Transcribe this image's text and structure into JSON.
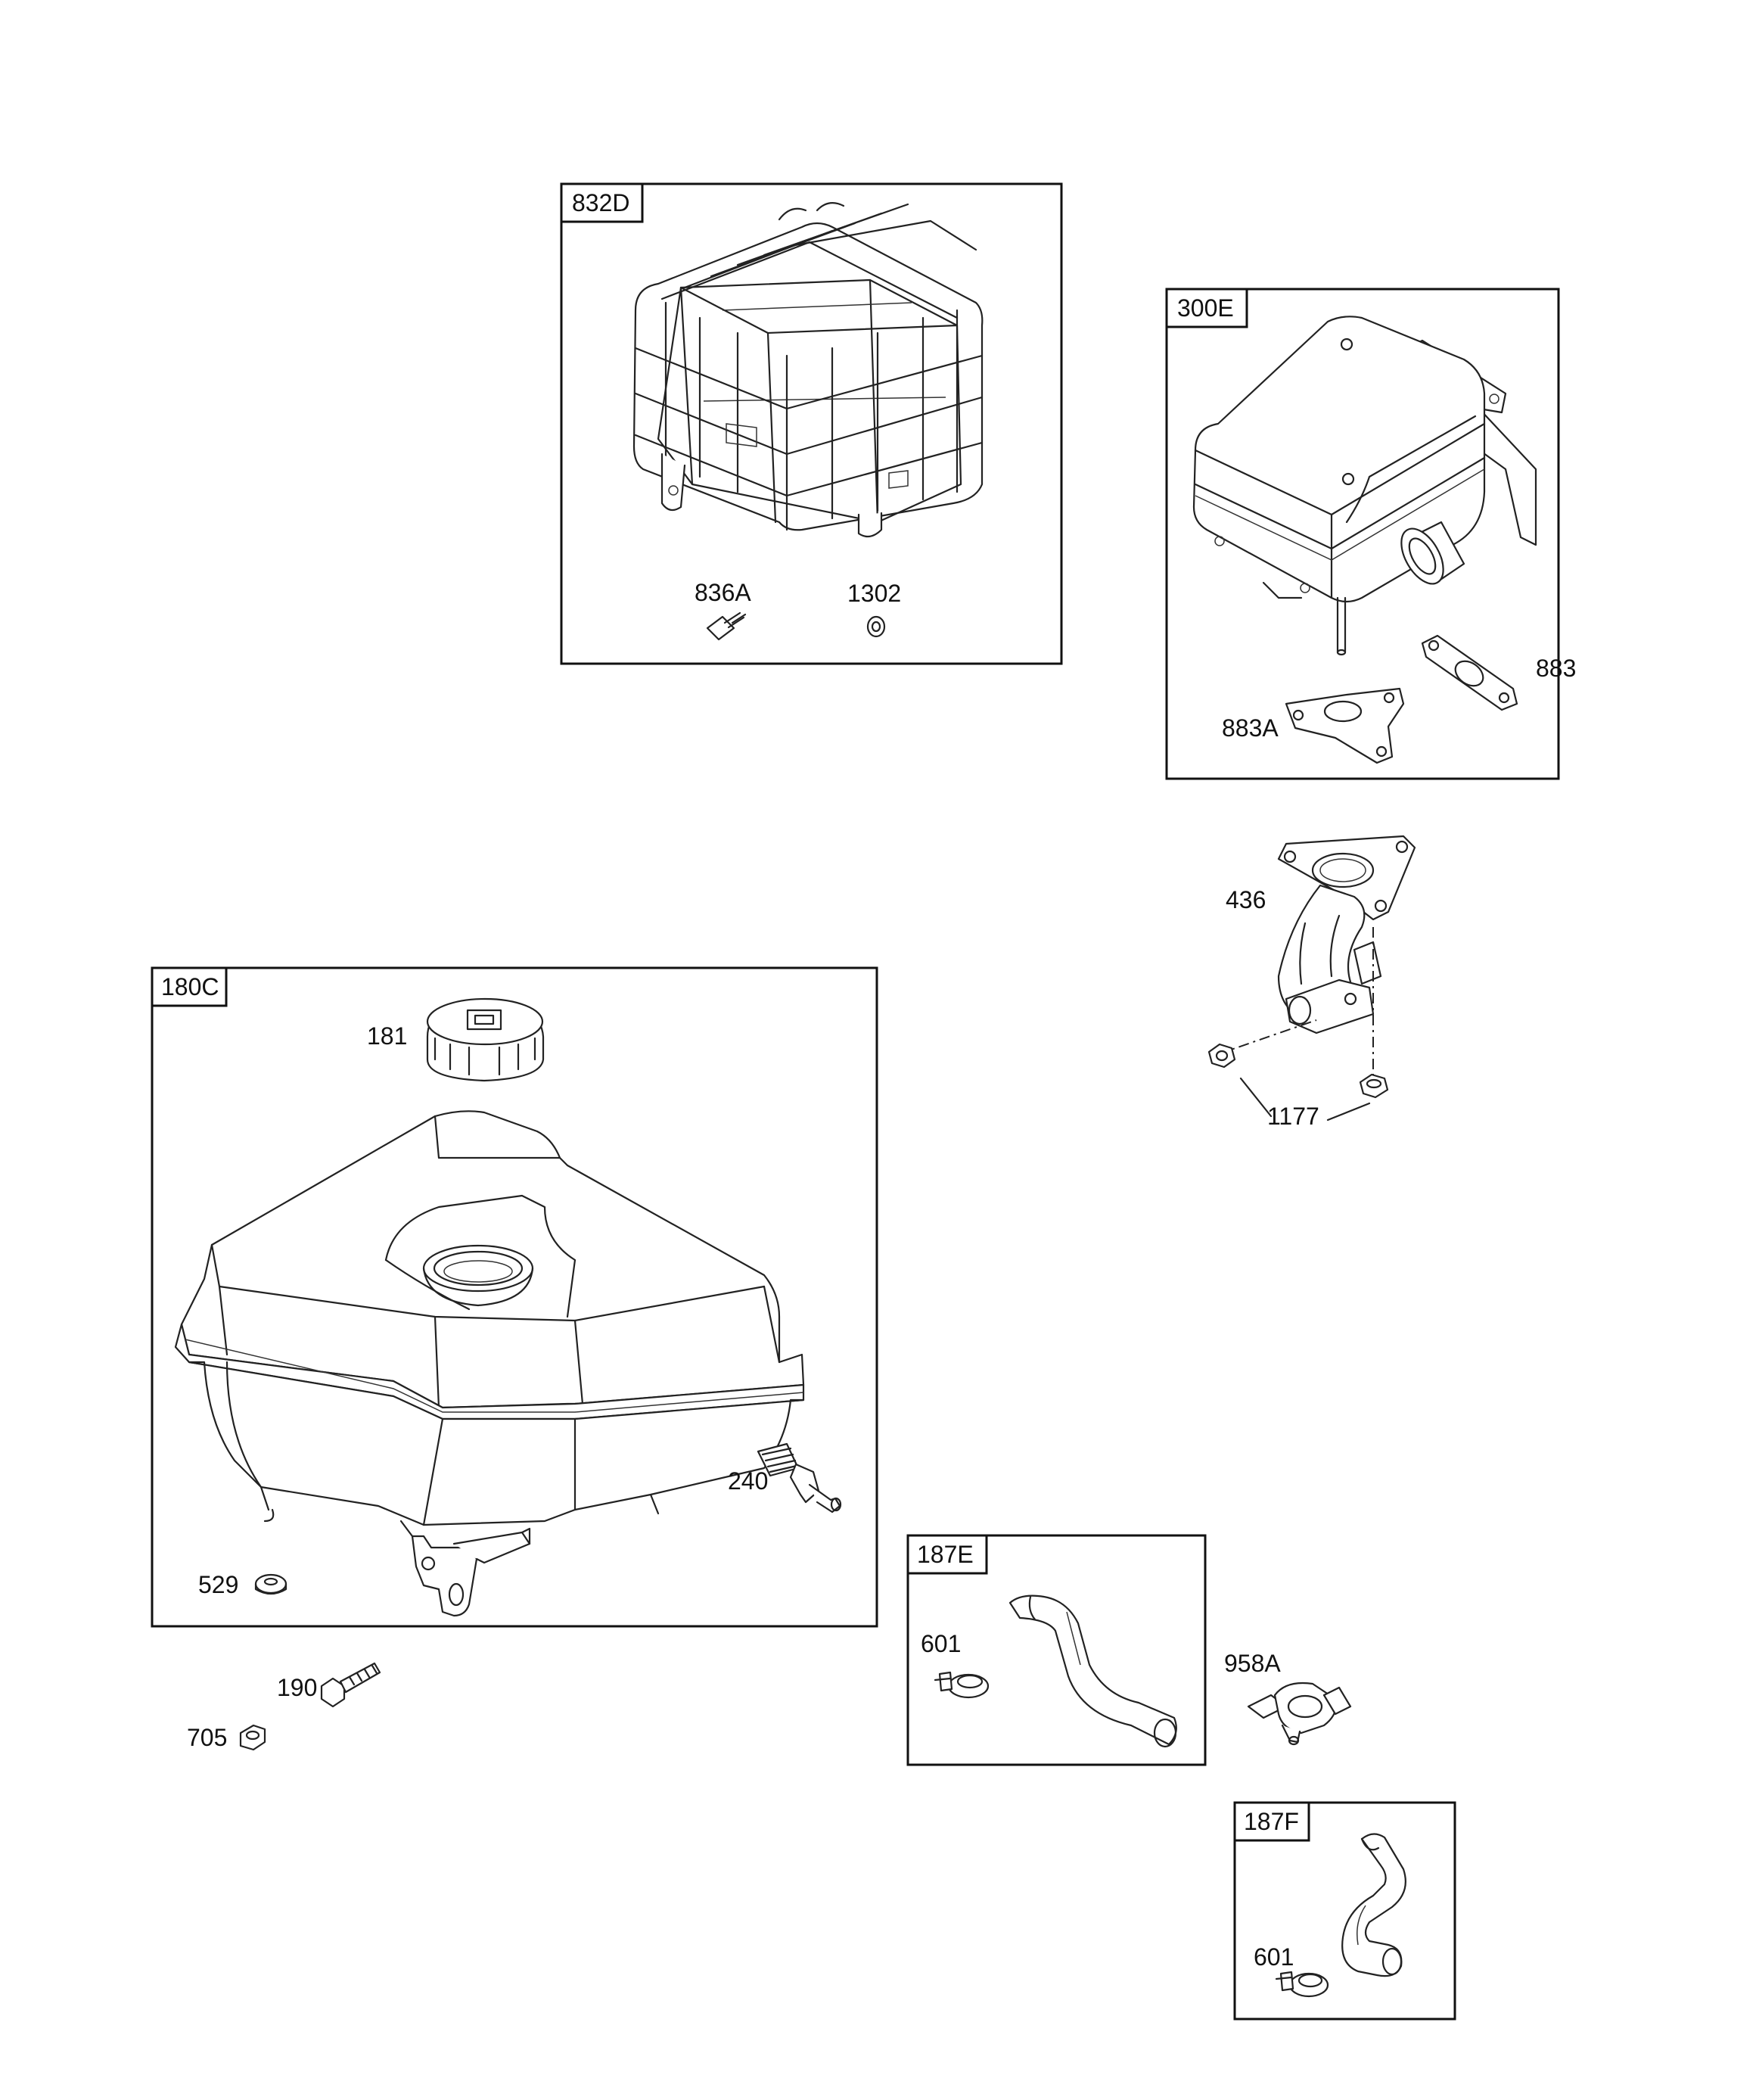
{
  "groups": {
    "g832D": "832D",
    "g300E": "300E",
    "g180C": "180C",
    "g187E": "187E",
    "g187F": "187F"
  },
  "parts": {
    "p836A": "836A",
    "p1302": "1302",
    "p883": "883",
    "p883A": "883A",
    "p436": "436",
    "p1177": "1177",
    "p181": "181",
    "p240": "240",
    "p529": "529",
    "p190": "190",
    "p705": "705",
    "p601a": "601",
    "p958A": "958A",
    "p601b": "601"
  }
}
